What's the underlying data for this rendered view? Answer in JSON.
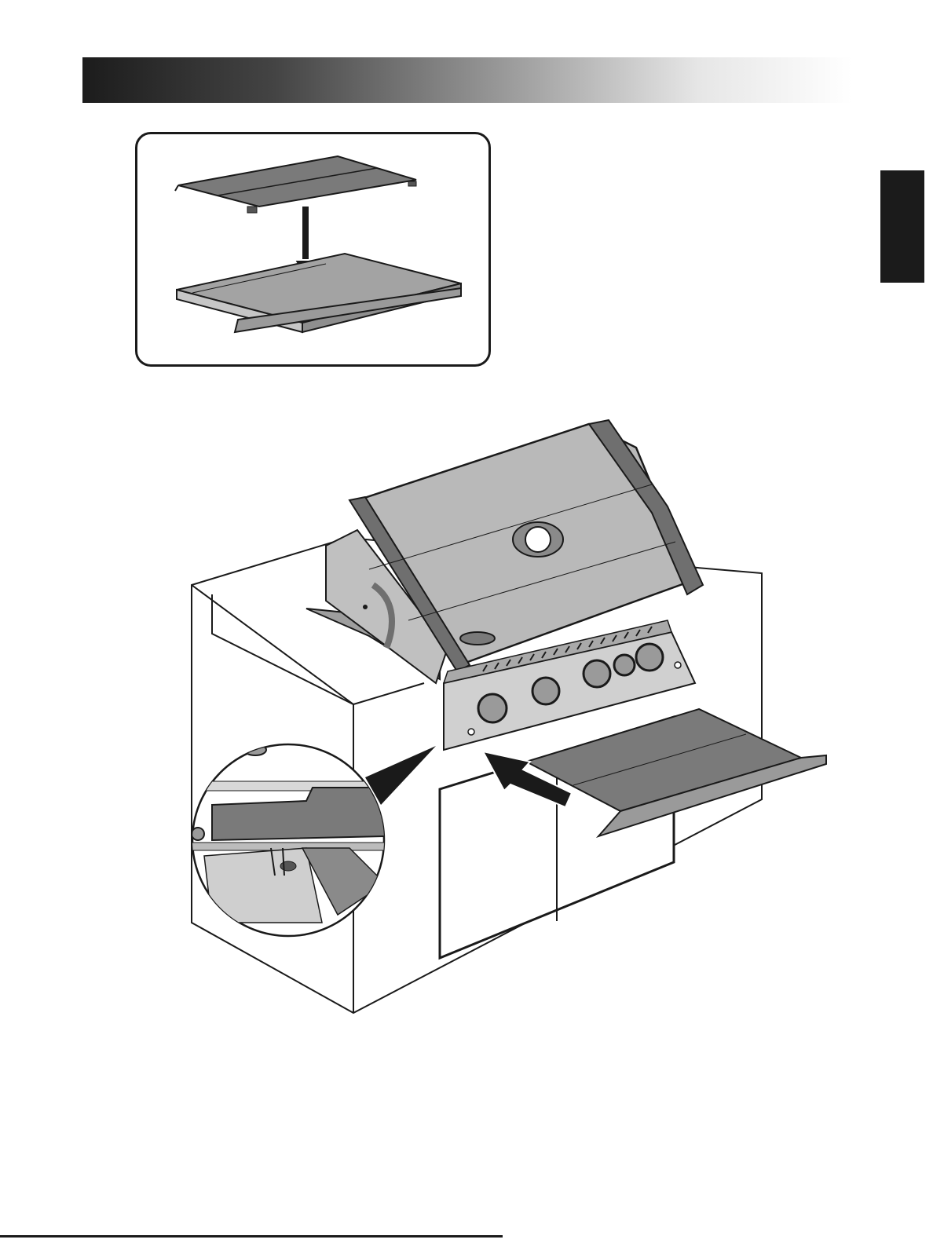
{
  "page": {
    "header_bar": {
      "gradient_start": "#1c1c1c",
      "gradient_end": "#ffffff"
    },
    "side_tab_color": "#1b1b1b"
  },
  "illustrations": {
    "inset": {
      "subject": "side-shelf-cover-placement",
      "arrow_direction": "down"
    },
    "main": {
      "subject": "grill-side-shelf-installation",
      "arrow_direction": "toward-grill"
    },
    "detail": {
      "subject": "shelf-bracket-detail"
    }
  },
  "colors": {
    "metal_dark": "#7a7a7a",
    "metal_mid": "#a3a3a3",
    "metal_light": "#c6c6c6",
    "line": "#1a1a1a"
  }
}
